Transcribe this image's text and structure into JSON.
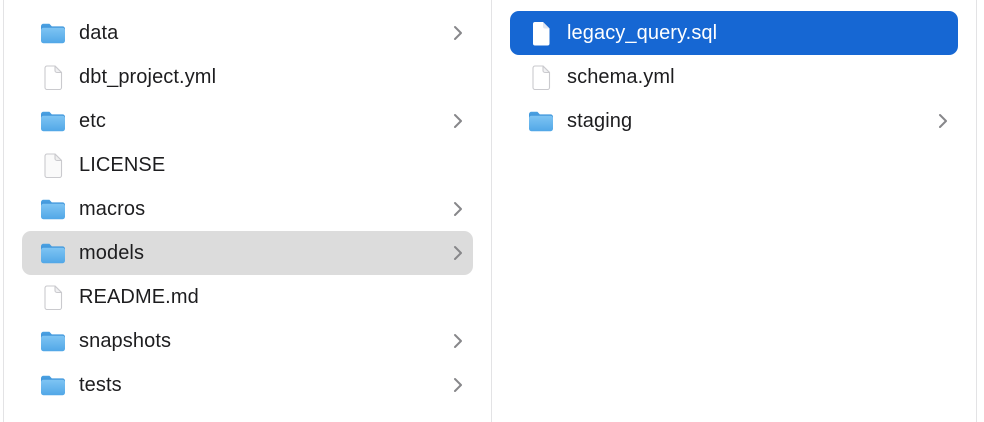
{
  "finder": {
    "view": "column-view",
    "colors": {
      "selection_active_blue": "#1667d3",
      "selection_inactive_gray": "#dcdcdc",
      "divider_gray": "#e3e3e5",
      "text": "#1d1d1f",
      "text_selected": "#ffffff",
      "chevron_gray": "#87878a",
      "folder_blue_front": "#63b4ec",
      "folder_blue_back": "#3f96da"
    },
    "left_column": {
      "items": [
        {
          "label": "data",
          "type": "folder",
          "has_chevron": true,
          "selected": false
        },
        {
          "label": "dbt_project.yml",
          "type": "file",
          "has_chevron": false,
          "selected": false
        },
        {
          "label": "etc",
          "type": "folder",
          "has_chevron": true,
          "selected": false
        },
        {
          "label": "LICENSE",
          "type": "file",
          "has_chevron": false,
          "selected": false
        },
        {
          "label": "macros",
          "type": "folder",
          "has_chevron": true,
          "selected": false
        },
        {
          "label": "models",
          "type": "folder",
          "has_chevron": true,
          "selected": true,
          "selection_style": "inactive-gray"
        },
        {
          "label": "README.md",
          "type": "file",
          "has_chevron": false,
          "selected": false
        },
        {
          "label": "snapshots",
          "type": "folder",
          "has_chevron": true,
          "selected": false
        },
        {
          "label": "tests",
          "type": "folder",
          "has_chevron": true,
          "selected": false
        }
      ]
    },
    "right_column": {
      "items": [
        {
          "label": "legacy_query.sql",
          "type": "file",
          "has_chevron": false,
          "selected": true,
          "selection_style": "active-blue"
        },
        {
          "label": "schema.yml",
          "type": "file",
          "has_chevron": false,
          "selected": false
        },
        {
          "label": "staging",
          "type": "folder",
          "has_chevron": true,
          "selected": false
        }
      ]
    }
  }
}
